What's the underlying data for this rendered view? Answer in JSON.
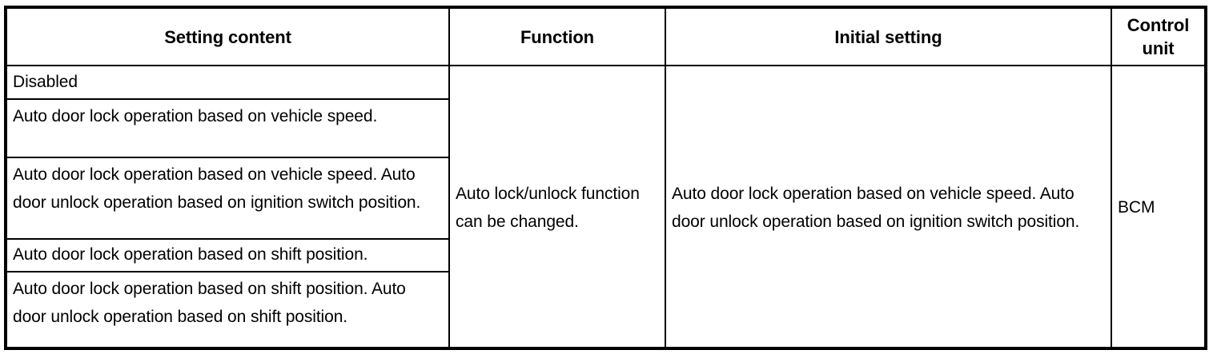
{
  "table": {
    "columns": [
      {
        "key": "setting_content",
        "label": "Setting content"
      },
      {
        "key": "function",
        "label": "Function"
      },
      {
        "key": "initial_setting",
        "label": "Initial setting"
      },
      {
        "key": "control_unit",
        "label": "Control\nunit"
      }
    ],
    "headers": {
      "setting_content": "Setting content",
      "function": "Function",
      "initial_setting": "Initial setting",
      "control_unit_line1": "Control",
      "control_unit_line2": "unit"
    },
    "setting_content_rows": [
      "Disabled",
      "Auto door lock operation based on vehicle speed.",
      "Auto door lock operation based on vehicle speed. Auto door unlock operation based on ignition switch position.",
      "Auto door lock operation based on shift position.",
      "Auto door lock operation based on shift position. Auto door unlock operation based on shift position."
    ],
    "function": "Auto lock/unlock function can be changed.",
    "initial_setting": "Auto door lock operation based on vehicle speed. Auto door unlock operation based on ignition switch position.",
    "control_unit": "BCM"
  },
  "colors": {
    "border": "#000000",
    "background": "#ffffff",
    "text": "#000000"
  }
}
